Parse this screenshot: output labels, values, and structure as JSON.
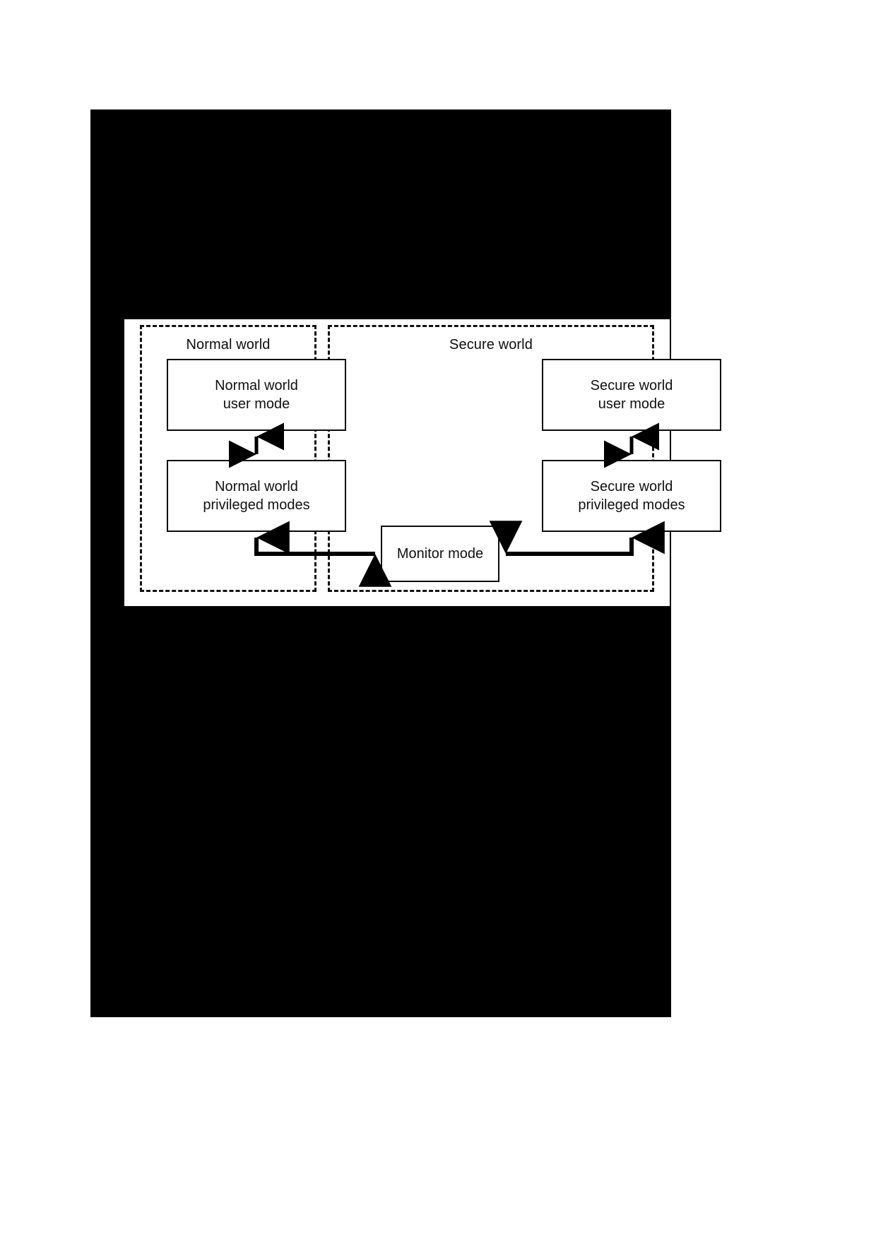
{
  "diagram": {
    "type": "block-diagram",
    "background_color": "#000000",
    "panel_color": "#ffffff",
    "stroke_color": "#111111",
    "worlds": [
      {
        "id": "normal",
        "title": "Normal world",
        "border_style": "dashed",
        "boxes": [
          {
            "id": "nw-user",
            "line1": "Normal world",
            "line2": "user mode"
          },
          {
            "id": "nw-priv",
            "line1": "Normal world",
            "line2": "privileged modes"
          }
        ]
      },
      {
        "id": "secure",
        "title": "Secure world",
        "border_style": "dashed",
        "boxes": [
          {
            "id": "sw-user",
            "line1": "Secure world",
            "line2": "user mode"
          },
          {
            "id": "sw-priv",
            "line1": "Secure world",
            "line2": "privileged modes"
          }
        ]
      }
    ],
    "monitor": {
      "id": "monitor",
      "label": "Monitor mode"
    },
    "connectors": [
      {
        "id": "nw-user-priv",
        "from": "nw-user",
        "to": "nw-priv",
        "style": "double-headed-vertical"
      },
      {
        "id": "sw-user-priv",
        "from": "sw-user",
        "to": "sw-priv",
        "style": "double-headed-vertical"
      },
      {
        "id": "monitor-to-nw-priv",
        "from": "monitor",
        "to": "nw-priv",
        "style": "elbow-bidirectional"
      },
      {
        "id": "monitor-to-sw-priv",
        "from": "monitor",
        "to": "sw-priv",
        "style": "elbow-bidirectional"
      }
    ]
  }
}
